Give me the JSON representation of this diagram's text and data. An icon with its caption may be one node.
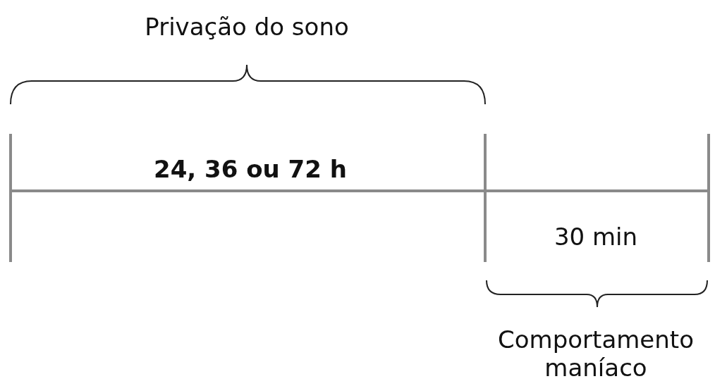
{
  "diagram": {
    "labels": [
      "Privação do sono",
      "24, 36 ou 72 h",
      "30 min",
      "Comportamento maníaco"
    ]
  }
}
